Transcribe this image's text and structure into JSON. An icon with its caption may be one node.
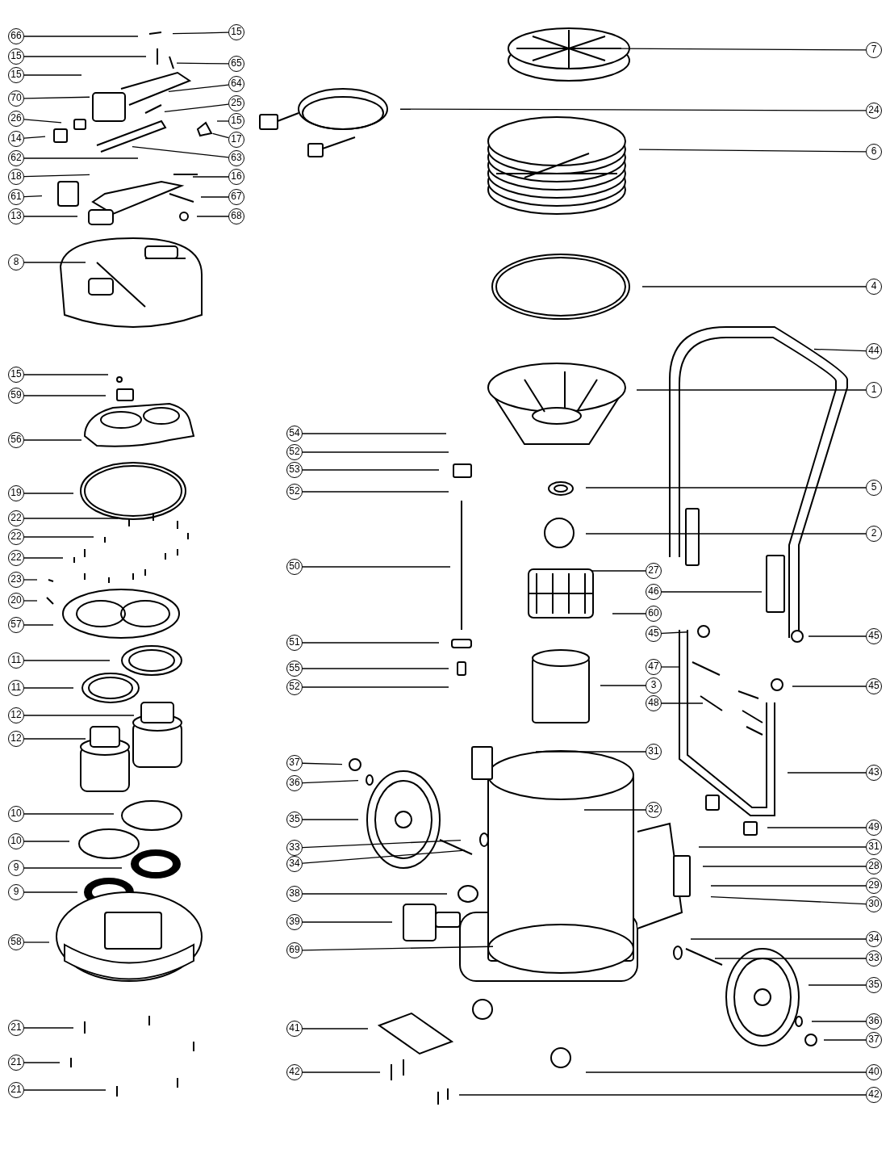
{
  "diagram": {
    "nodes": [
      {
        "text": [
          "66"
        ]
      },
      {
        "text": [
          "15"
        ]
      },
      {
        "text": [
          "15"
        ]
      },
      {
        "text": [
          "65"
        ]
      },
      {
        "text": [
          "15"
        ]
      },
      {
        "text": [
          "64"
        ]
      },
      {
        "text": [
          "70"
        ]
      },
      {
        "text": [
          "25"
        ]
      },
      {
        "text": [
          "26"
        ]
      },
      {
        "text": [
          "15"
        ]
      },
      {
        "text": [
          "14"
        ]
      },
      {
        "text": [
          "17"
        ]
      },
      {
        "text": [
          "63"
        ]
      },
      {
        "text": [
          "62"
        ]
      },
      {
        "text": [
          "18"
        ]
      },
      {
        "text": [
          "16"
        ]
      },
      {
        "text": [
          "61"
        ]
      },
      {
        "text": [
          "67"
        ]
      },
      {
        "text": [
          "13"
        ]
      },
      {
        "text": [
          "68"
        ]
      },
      {
        "text": [
          "8"
        ]
      },
      {
        "text": [
          "15"
        ]
      },
      {
        "text": [
          "59"
        ]
      },
      {
        "text": [
          "56"
        ]
      },
      {
        "text": [
          "19"
        ]
      },
      {
        "text": [
          "22"
        ]
      },
      {
        "text": [
          "22"
        ]
      },
      {
        "text": [
          "22"
        ]
      },
      {
        "text": [
          "23"
        ]
      },
      {
        "text": [
          "20"
        ]
      },
      {
        "text": [
          "57"
        ]
      },
      {
        "text": [
          "11"
        ]
      },
      {
        "text": [
          "11"
        ]
      },
      {
        "text": [
          "12"
        ]
      },
      {
        "text": [
          "12"
        ]
      },
      {
        "text": [
          "10"
        ]
      },
      {
        "text": [
          "10"
        ]
      },
      {
        "text": [
          "9"
        ]
      },
      {
        "text": [
          "9"
        ]
      },
      {
        "text": [
          "58"
        ]
      },
      {
        "text": [
          "21"
        ]
      },
      {
        "text": [
          "21"
        ]
      },
      {
        "text": [
          "21"
        ]
      },
      {
        "text": [
          "54"
        ]
      },
      {
        "text": [
          "52"
        ]
      },
      {
        "text": [
          "53"
        ]
      },
      {
        "text": [
          "52"
        ]
      },
      {
        "text": [
          "50"
        ]
      },
      {
        "text": [
          "51"
        ]
      },
      {
        "text": [
          "55"
        ]
      },
      {
        "text": [
          "52"
        ]
      },
      {
        "text": [
          "37"
        ]
      },
      {
        "text": [
          "36"
        ]
      },
      {
        "text": [
          "35"
        ]
      },
      {
        "text": [
          "33"
        ]
      },
      {
        "text": [
          "34"
        ]
      },
      {
        "text": [
          "38"
        ]
      },
      {
        "text": [
          "39"
        ]
      },
      {
        "text": [
          "69"
        ]
      },
      {
        "text": [
          "41"
        ]
      },
      {
        "text": [
          "42"
        ]
      },
      {
        "text": [
          "7"
        ]
      },
      {
        "text": [
          "24"
        ]
      },
      {
        "text": [
          "6"
        ]
      },
      {
        "text": [
          "4"
        ]
      },
      {
        "text": [
          "44"
        ]
      },
      {
        "text": [
          "1"
        ]
      },
      {
        "text": [
          "5"
        ]
      },
      {
        "text": [
          "2"
        ]
      },
      {
        "text": [
          "27"
        ]
      },
      {
        "text": [
          "46"
        ]
      },
      {
        "text": [
          "60"
        ]
      },
      {
        "text": [
          "45"
        ]
      },
      {
        "text": [
          "45"
        ]
      },
      {
        "text": [
          "47"
        ]
      },
      {
        "text": [
          "3"
        ]
      },
      {
        "text": [
          "48"
        ]
      },
      {
        "text": [
          "45"
        ]
      },
      {
        "text": [
          "31"
        ]
      },
      {
        "text": [
          "43"
        ]
      },
      {
        "text": [
          "32"
        ]
      },
      {
        "text": [
          "49"
        ]
      },
      {
        "text": [
          "31"
        ]
      },
      {
        "text": [
          "28"
        ]
      },
      {
        "text": [
          "29"
        ]
      },
      {
        "text": [
          "30"
        ]
      },
      {
        "text": [
          "34"
        ]
      },
      {
        "text": [
          "33"
        ]
      },
      {
        "text": [
          "35"
        ]
      },
      {
        "text": [
          "36"
        ]
      },
      {
        "text": [
          "37"
        ]
      },
      {
        "text": [
          "40"
        ]
      },
      {
        "text": [
          "42"
        ]
      }
    ],
    "edges": [
      {
        "from": 0,
        "to": null,
        "arrow": "none"
      },
      {
        "from": 1,
        "to": null,
        "arrow": "none"
      },
      {
        "from": 2,
        "to": null,
        "arrow": "none"
      },
      {
        "from": 3,
        "to": null,
        "arrow": "none"
      },
      {
        "from": 4,
        "to": null,
        "arrow": "none"
      },
      {
        "from": 5,
        "to": null,
        "arrow": "none"
      },
      {
        "from": 6,
        "to": null,
        "arrow": "none"
      },
      {
        "from": 7,
        "to": null,
        "arrow": "none"
      },
      {
        "from": 8,
        "to": null,
        "arrow": "none"
      },
      {
        "from": 9,
        "to": null,
        "arrow": "none"
      },
      {
        "from": 10,
        "to": null,
        "arrow": "none"
      },
      {
        "from": 11,
        "to": null,
        "arrow": "none"
      },
      {
        "from": 12,
        "to": null,
        "arrow": "none"
      },
      {
        "from": 13,
        "to": null,
        "arrow": "none"
      },
      {
        "from": 14,
        "to": null,
        "arrow": "none"
      },
      {
        "from": 15,
        "to": null,
        "arrow": "none"
      },
      {
        "from": 16,
        "to": null,
        "arrow": "none"
      },
      {
        "from": 17,
        "to": null,
        "arrow": "none"
      },
      {
        "from": 18,
        "to": null,
        "arrow": "none"
      },
      {
        "from": 19,
        "to": null,
        "arrow": "none"
      },
      {
        "from": 20,
        "to": null,
        "arrow": "none"
      },
      {
        "from": 21,
        "to": null,
        "arrow": "none"
      },
      {
        "from": 22,
        "to": null,
        "arrow": "none"
      },
      {
        "from": 23,
        "to": null,
        "arrow": "none"
      },
      {
        "from": 24,
        "to": null,
        "arrow": "none"
      },
      {
        "from": 25,
        "to": null,
        "arrow": "none"
      },
      {
        "from": 26,
        "to": null,
        "arrow": "none"
      },
      {
        "from": 27,
        "to": null,
        "arrow": "none"
      },
      {
        "from": 28,
        "to": null,
        "arrow": "none"
      },
      {
        "from": 29,
        "to": null,
        "arrow": "none"
      },
      {
        "from": 30,
        "to": null,
        "arrow": "none"
      },
      {
        "from": 31,
        "to": null,
        "arrow": "none"
      },
      {
        "from": 32,
        "to": null,
        "arrow": "none"
      },
      {
        "from": 33,
        "to": null,
        "arrow": "none"
      },
      {
        "from": 34,
        "to": null,
        "arrow": "none"
      },
      {
        "from": 35,
        "to": null,
        "arrow": "none"
      },
      {
        "from": 36,
        "to": null,
        "arrow": "none"
      },
      {
        "from": 37,
        "to": null,
        "arrow": "none"
      },
      {
        "from": 38,
        "to": null,
        "arrow": "none"
      },
      {
        "from": 39,
        "to": null,
        "arrow": "none"
      },
      {
        "from": 40,
        "to": null,
        "arrow": "none"
      },
      {
        "from": 41,
        "to": null,
        "arrow": "none"
      },
      {
        "from": 42,
        "to": null,
        "arrow": "none"
      },
      {
        "from": 43,
        "to": null,
        "arrow": "none"
      },
      {
        "from": 44,
        "to": null,
        "arrow": "none"
      },
      {
        "from": 45,
        "to": null,
        "arrow": "none"
      },
      {
        "from": 46,
        "to": null,
        "arrow": "none"
      },
      {
        "from": 47,
        "to": null,
        "arrow": "none"
      },
      {
        "from": 48,
        "to": null,
        "arrow": "none"
      },
      {
        "from": 49,
        "to": null,
        "arrow": "none"
      },
      {
        "from": 50,
        "to": null,
        "arrow": "none"
      },
      {
        "from": 51,
        "to": null,
        "arrow": "none"
      },
      {
        "from": 52,
        "to": null,
        "arrow": "none"
      },
      {
        "from": 53,
        "to": null,
        "arrow": "none"
      },
      {
        "from": 54,
        "to": null,
        "arrow": "none"
      },
      {
        "from": 55,
        "to": null,
        "arrow": "none"
      },
      {
        "from": 56,
        "to": null,
        "arrow": "none"
      },
      {
        "from": 57,
        "to": null,
        "arrow": "none"
      },
      {
        "from": 58,
        "to": null,
        "arrow": "none"
      },
      {
        "from": 59,
        "to": null,
        "arrow": "none"
      },
      {
        "from": 60,
        "to": null,
        "arrow": "none"
      },
      {
        "from": 61,
        "to": null,
        "arrow": "none"
      },
      {
        "from": 62,
        "to": null,
        "arrow": "none"
      },
      {
        "from": 63,
        "to": null,
        "arrow": "none"
      },
      {
        "from": 64,
        "to": null,
        "arrow": "none"
      },
      {
        "from": 65,
        "to": null,
        "arrow": "none"
      },
      {
        "from": 66,
        "to": null,
        "arrow": "none"
      },
      {
        "from": 67,
        "to": null,
        "arrow": "none"
      },
      {
        "from": 68,
        "to": null,
        "arrow": "none"
      },
      {
        "from": 69,
        "to": null,
        "arrow": "none"
      },
      {
        "from": 70,
        "to": null,
        "arrow": "none"
      },
      {
        "from": 71,
        "to": null,
        "arrow": "none"
      },
      {
        "from": 72,
        "to": null,
        "arrow": "none"
      },
      {
        "from": 73,
        "to": null,
        "arrow": "none"
      },
      {
        "from": 74,
        "to": null,
        "arrow": "none"
      },
      {
        "from": 75,
        "to": null,
        "arrow": "none"
      },
      {
        "from": 76,
        "to": null,
        "arrow": "none"
      },
      {
        "from": 77,
        "to": null,
        "arrow": "none"
      },
      {
        "from": 78,
        "to": null,
        "arrow": "none"
      },
      {
        "from": 79,
        "to": null,
        "arrow": "none"
      },
      {
        "from": 80,
        "to": null,
        "arrow": "none"
      },
      {
        "from": 81,
        "to": null,
        "arrow": "none"
      },
      {
        "from": 82,
        "to": null,
        "arrow": "none"
      },
      {
        "from": 83,
        "to": null,
        "arrow": "none"
      },
      {
        "from": 84,
        "to": null,
        "arrow": "none"
      },
      {
        "from": 85,
        "to": null,
        "arrow": "none"
      },
      {
        "from": 86,
        "to": null,
        "arrow": "none"
      },
      {
        "from": 87,
        "to": null,
        "arrow": "none"
      },
      {
        "from": 88,
        "to": null,
        "arrow": "none"
      },
      {
        "from": 89,
        "to": null,
        "arrow": "none"
      },
      {
        "from": 90,
        "to": null,
        "arrow": "none"
      },
      {
        "from": 91,
        "to": null,
        "arrow": "none"
      },
      {
        "from": 92,
        "to": null,
        "arrow": "none"
      }
    ]
  }
}
